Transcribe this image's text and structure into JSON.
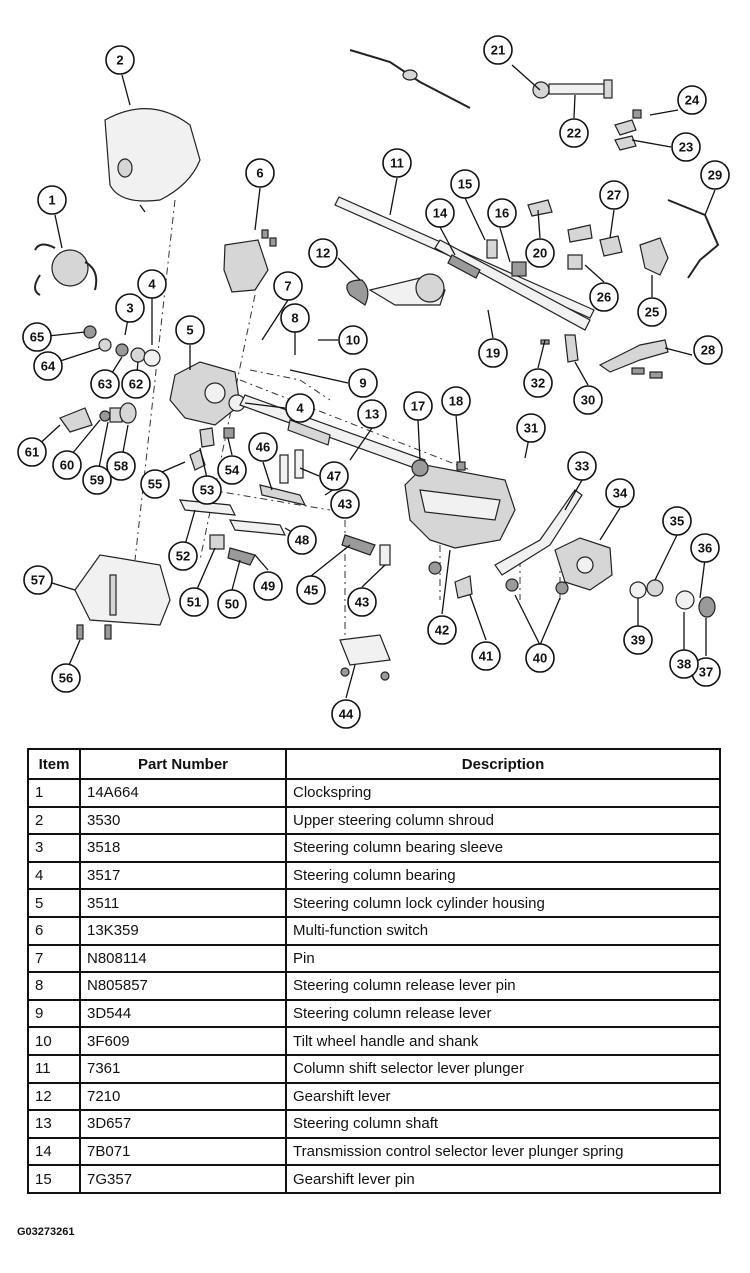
{
  "figure_id": "G03273261",
  "table": {
    "headers": [
      "Item",
      "Part Number",
      "Description"
    ],
    "rows": [
      [
        "1",
        "14A664",
        "Clockspring"
      ],
      [
        "2",
        "3530",
        "Upper steering column shroud"
      ],
      [
        "3",
        "3518",
        "Steering column bearing sleeve"
      ],
      [
        "4",
        "3517",
        "Steering column bearing"
      ],
      [
        "5",
        "3511",
        "Steering column lock cylinder housing"
      ],
      [
        "6",
        "13K359",
        "Multi-function switch"
      ],
      [
        "7",
        "N808114",
        "Pin"
      ],
      [
        "8",
        "N805857",
        "Steering column release lever pin"
      ],
      [
        "9",
        "3D544",
        "Steering column release lever"
      ],
      [
        "10",
        "3F609",
        "Tilt wheel handle and shank"
      ],
      [
        "11",
        "7361",
        "Column shift selector lever plunger"
      ],
      [
        "12",
        "7210",
        "Gearshift lever"
      ],
      [
        "13",
        "3D657",
        "Steering column shaft"
      ],
      [
        "14",
        "7B071",
        "Transmission control selector lever plunger spring"
      ],
      [
        "15",
        "7G357",
        "Gearshift lever pin"
      ]
    ]
  },
  "diagram": {
    "callouts": [
      "1",
      "2",
      "3",
      "4",
      "4",
      "5",
      "6",
      "7",
      "8",
      "9",
      "10",
      "11",
      "12",
      "13",
      "14",
      "15",
      "16",
      "17",
      "18",
      "19",
      "20",
      "21",
      "22",
      "23",
      "24",
      "25",
      "26",
      "27",
      "28",
      "29",
      "30",
      "31",
      "32",
      "33",
      "34",
      "35",
      "36",
      "37",
      "38",
      "39",
      "40",
      "41",
      "42",
      "43",
      "43",
      "44",
      "45",
      "46",
      "47",
      "48",
      "49",
      "50",
      "51",
      "52",
      "53",
      "54",
      "55",
      "56",
      "57",
      "58",
      "59",
      "60",
      "61",
      "62",
      "63",
      "64",
      "65"
    ]
  }
}
